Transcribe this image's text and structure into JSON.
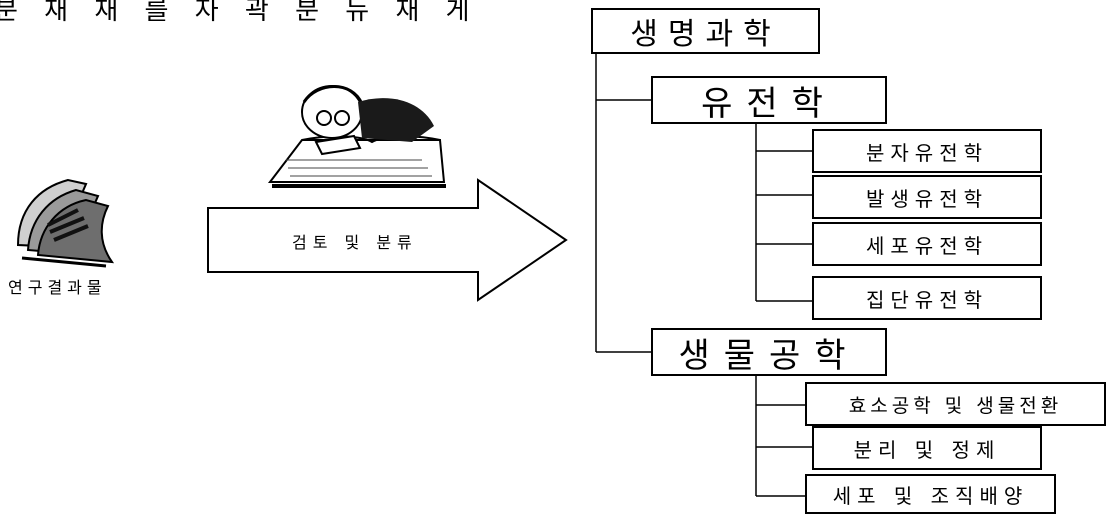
{
  "heading": "분 재 재 를 자 곽 분 뉴 재 게",
  "source_label": "연구결과물",
  "arrow_label": "검토 및 분류",
  "root": {
    "label": "생명과학",
    "branches": [
      {
        "label": "유전학",
        "children": [
          "분자유전학",
          "발생유전학",
          "세포유전학",
          "집단유전학"
        ]
      },
      {
        "label": "생물공학",
        "children": [
          "효소공학 및 생물전환",
          "분리 및 정제",
          "세포 및 조직배양"
        ]
      }
    ]
  },
  "icons": {
    "source": "newspaper-stack-icon",
    "reader": "person-reading-book-icon"
  }
}
